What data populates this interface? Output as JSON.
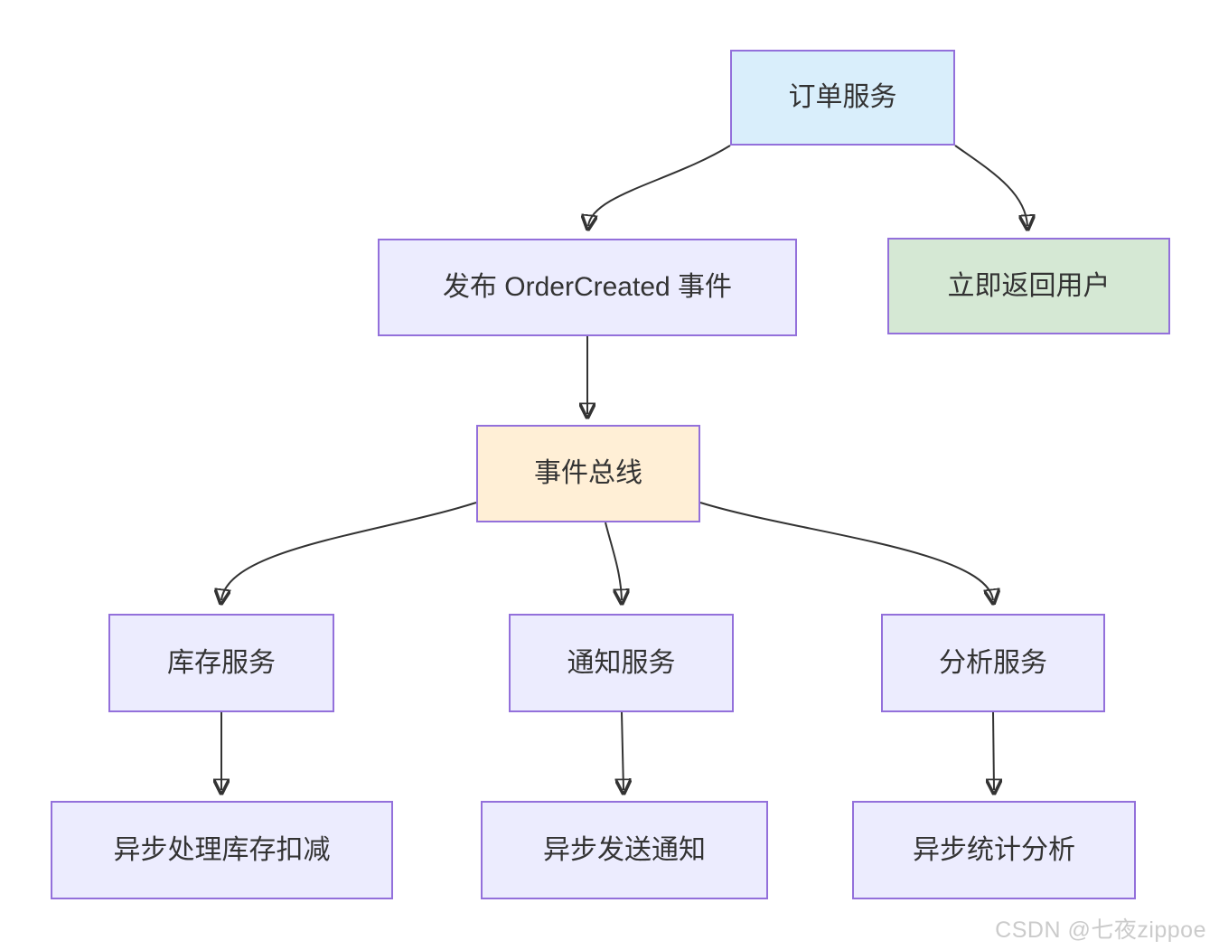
{
  "diagram": {
    "type": "flowchart",
    "nodes": {
      "order_service": {
        "label": "订单服务",
        "fill": "#d9eefb"
      },
      "publish_event": {
        "label": "发布 OrderCreated 事件",
        "fill": "#ececfe"
      },
      "return_user": {
        "label": "立即返回用户",
        "fill": "#d5e8d4"
      },
      "event_bus": {
        "label": "事件总线",
        "fill": "#ffefd6"
      },
      "inventory_service": {
        "label": "库存服务",
        "fill": "#ececfe"
      },
      "notification_service": {
        "label": "通知服务",
        "fill": "#ececfe"
      },
      "analytics_service": {
        "label": "分析服务",
        "fill": "#ececfe"
      },
      "async_inventory": {
        "label": "异步处理库存扣减",
        "fill": "#ececfe"
      },
      "async_notify": {
        "label": "异步发送通知",
        "fill": "#ececfe"
      },
      "async_analytics": {
        "label": "异步统计分析",
        "fill": "#ececfe"
      }
    },
    "edges": [
      {
        "from": "order_service",
        "to": "publish_event"
      },
      {
        "from": "order_service",
        "to": "return_user"
      },
      {
        "from": "publish_event",
        "to": "event_bus"
      },
      {
        "from": "event_bus",
        "to": "inventory_service"
      },
      {
        "from": "event_bus",
        "to": "notification_service"
      },
      {
        "from": "event_bus",
        "to": "analytics_service"
      },
      {
        "from": "inventory_service",
        "to": "async_inventory"
      },
      {
        "from": "notification_service",
        "to": "async_notify"
      },
      {
        "from": "analytics_service",
        "to": "async_analytics"
      }
    ],
    "colors": {
      "node_border": "#9370db",
      "edge_stroke": "#333333",
      "text": "#333333",
      "background": "#ffffff",
      "watermark_text": "#cbcbcb"
    },
    "watermark": {
      "text": "CSDN @七夜zippoe"
    }
  }
}
